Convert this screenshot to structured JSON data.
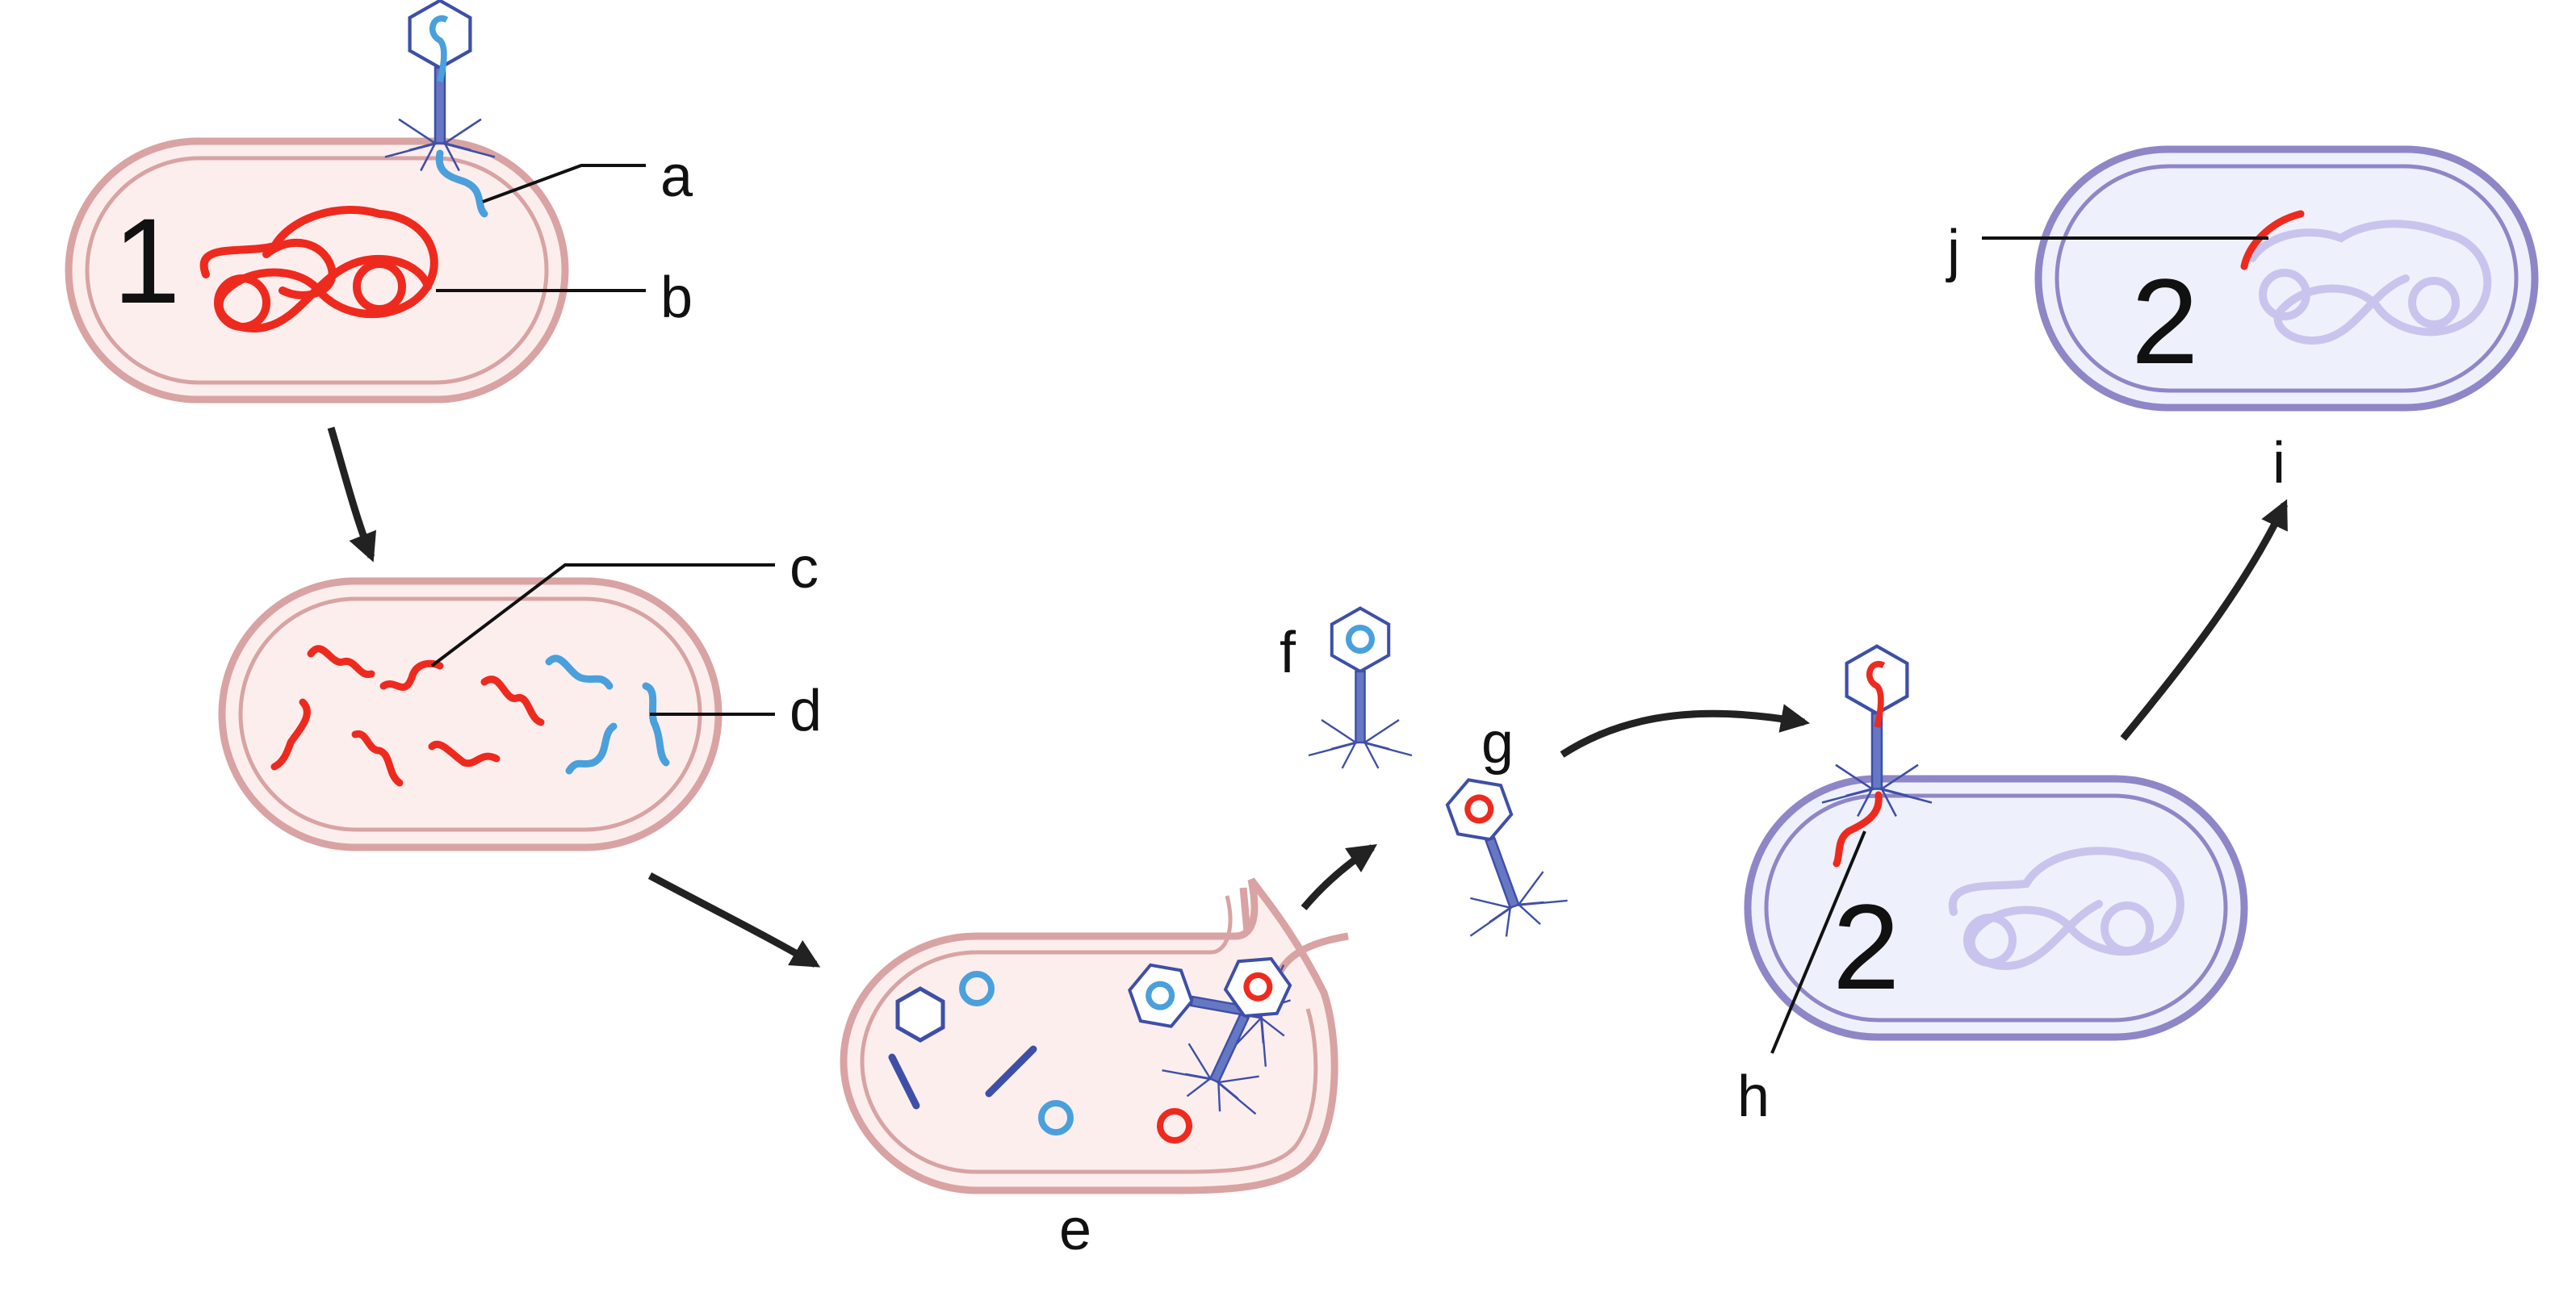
{
  "diagram": {
    "cell_numbers": {
      "cell1": "1",
      "cell2_infected": "2",
      "cell2_result": "2"
    },
    "labels": {
      "a": "a",
      "b": "b",
      "c": "c",
      "d": "d",
      "e": "e",
      "f": "f",
      "g": "g",
      "h": "h",
      "i": "i",
      "j": "j"
    },
    "colors": {
      "donor_cell_fill": "#fdeeee",
      "donor_cell_stroke": "#d9a3a3",
      "recipient_cell_fill": "#eef1fb",
      "recipient_cell_stroke": "#8f86c8",
      "bacterial_dna": "#ee2a1e",
      "phage_dna": "#4aa0dc",
      "phage_body": "#3e4fa8",
      "faded_chromosome": "#c9c4ee",
      "arrow": "#222222"
    },
    "icons": [
      "bacteriophage-icon",
      "phage-head-icon",
      "phage-tail-icon",
      "dna-fragment-icon",
      "plasmid-ring-icon",
      "chromosome-icon",
      "arrow-icon"
    ]
  }
}
